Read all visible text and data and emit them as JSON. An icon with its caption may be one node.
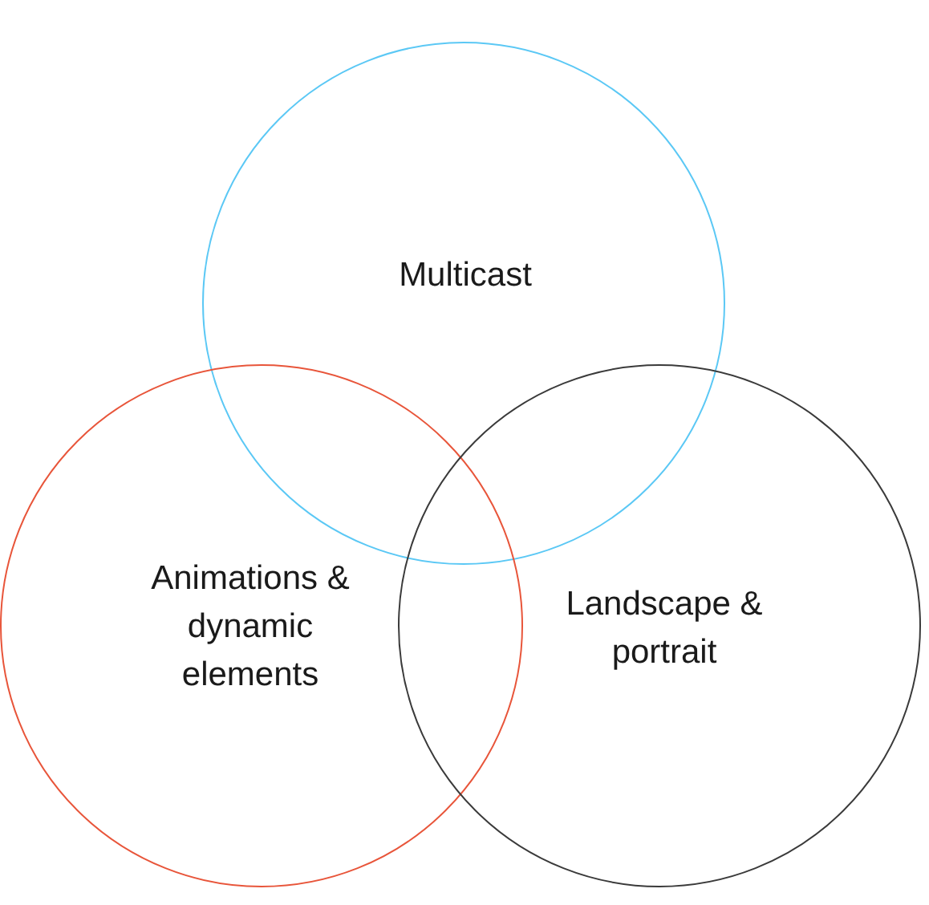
{
  "diagram": {
    "nodes": [
      {
        "text": [
          "Multicast"
        ]
      },
      {
        "text": [
          "Animations & dynamic elements"
        ]
      },
      {
        "text": [
          "Landscape & portrait"
        ]
      }
    ]
  }
}
